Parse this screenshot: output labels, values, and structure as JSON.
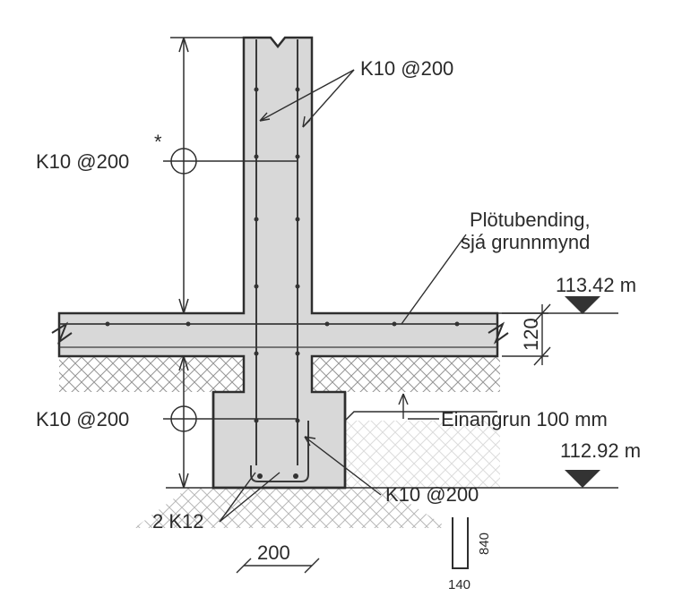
{
  "labels": {
    "k10_top_right": "K10 @200",
    "k10_left_upper": "K10 @200",
    "asterisk": "*",
    "plate_bending_1": "Plötubending,",
    "plate_bending_2": "sjá grunnmynd",
    "elev_top": "113.42 m",
    "slab_thickness": "120",
    "k10_left_lower": "K10 @200",
    "insulation": "Einangrun 100 mm",
    "elev_bottom": "112.92 m",
    "k10_bottom": "K10 @200",
    "two_k12": "2 K12",
    "width_200": "200",
    "stirrup_height": "840",
    "stirrup_width": "140"
  },
  "colors": {
    "concrete": "#d8d8d8",
    "line": "#2e2e2e",
    "hatch": "#8a8a8a"
  }
}
